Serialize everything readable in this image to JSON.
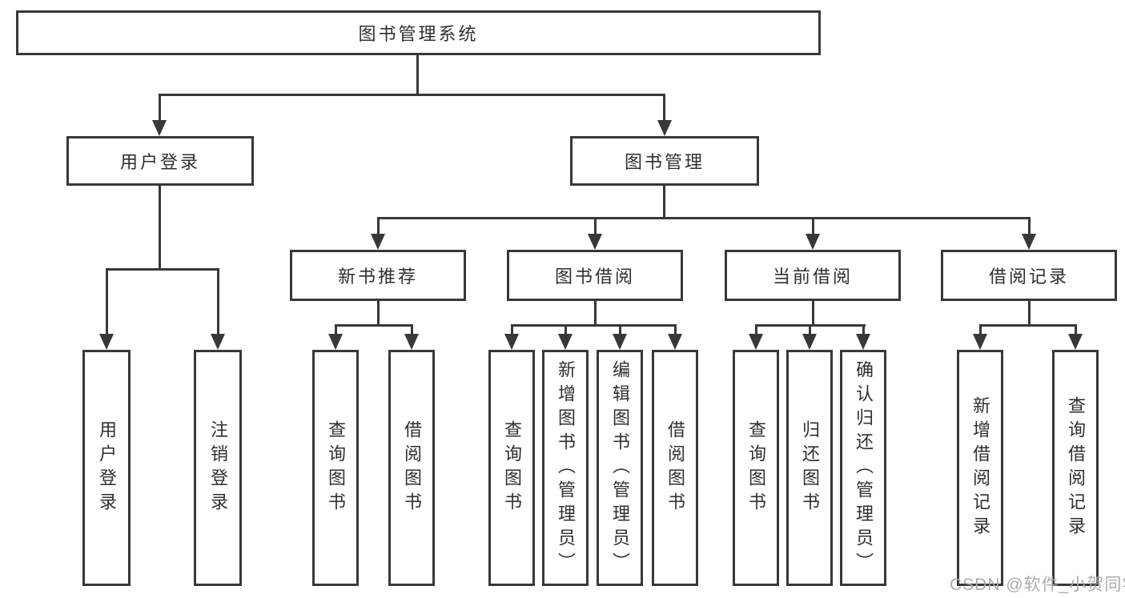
{
  "tree": {
    "label": "图书管理系统",
    "children": [
      {
        "label": "用户登录",
        "children": [
          {
            "label": "用户登录"
          },
          {
            "label": "注销登录"
          }
        ]
      },
      {
        "label": "图书管理",
        "children": [
          {
            "label": "新书推荐",
            "children": [
              {
                "label": "查询图书"
              },
              {
                "label": "借阅图书"
              }
            ]
          },
          {
            "label": "图书借阅",
            "children": [
              {
                "label": "查询图书"
              },
              {
                "label": "新增图书（管理员）"
              },
              {
                "label": "编辑图书（管理员）"
              },
              {
                "label": "借阅图书"
              }
            ]
          },
          {
            "label": "当前借阅",
            "children": [
              {
                "label": "查询图书"
              },
              {
                "label": "归还图书"
              },
              {
                "label": "确认归还（管理员）"
              }
            ]
          },
          {
            "label": "借阅记录",
            "children": [
              {
                "label": "新增借阅记录"
              },
              {
                "label": "查询借阅记录"
              }
            ]
          }
        ]
      }
    ]
  },
  "watermark": "CSDN @软件_小贺同学",
  "colors": {
    "line": "#383838",
    "text": "#2f2f2f",
    "watermark": "#a8a8a8",
    "background": "#ffffff"
  }
}
